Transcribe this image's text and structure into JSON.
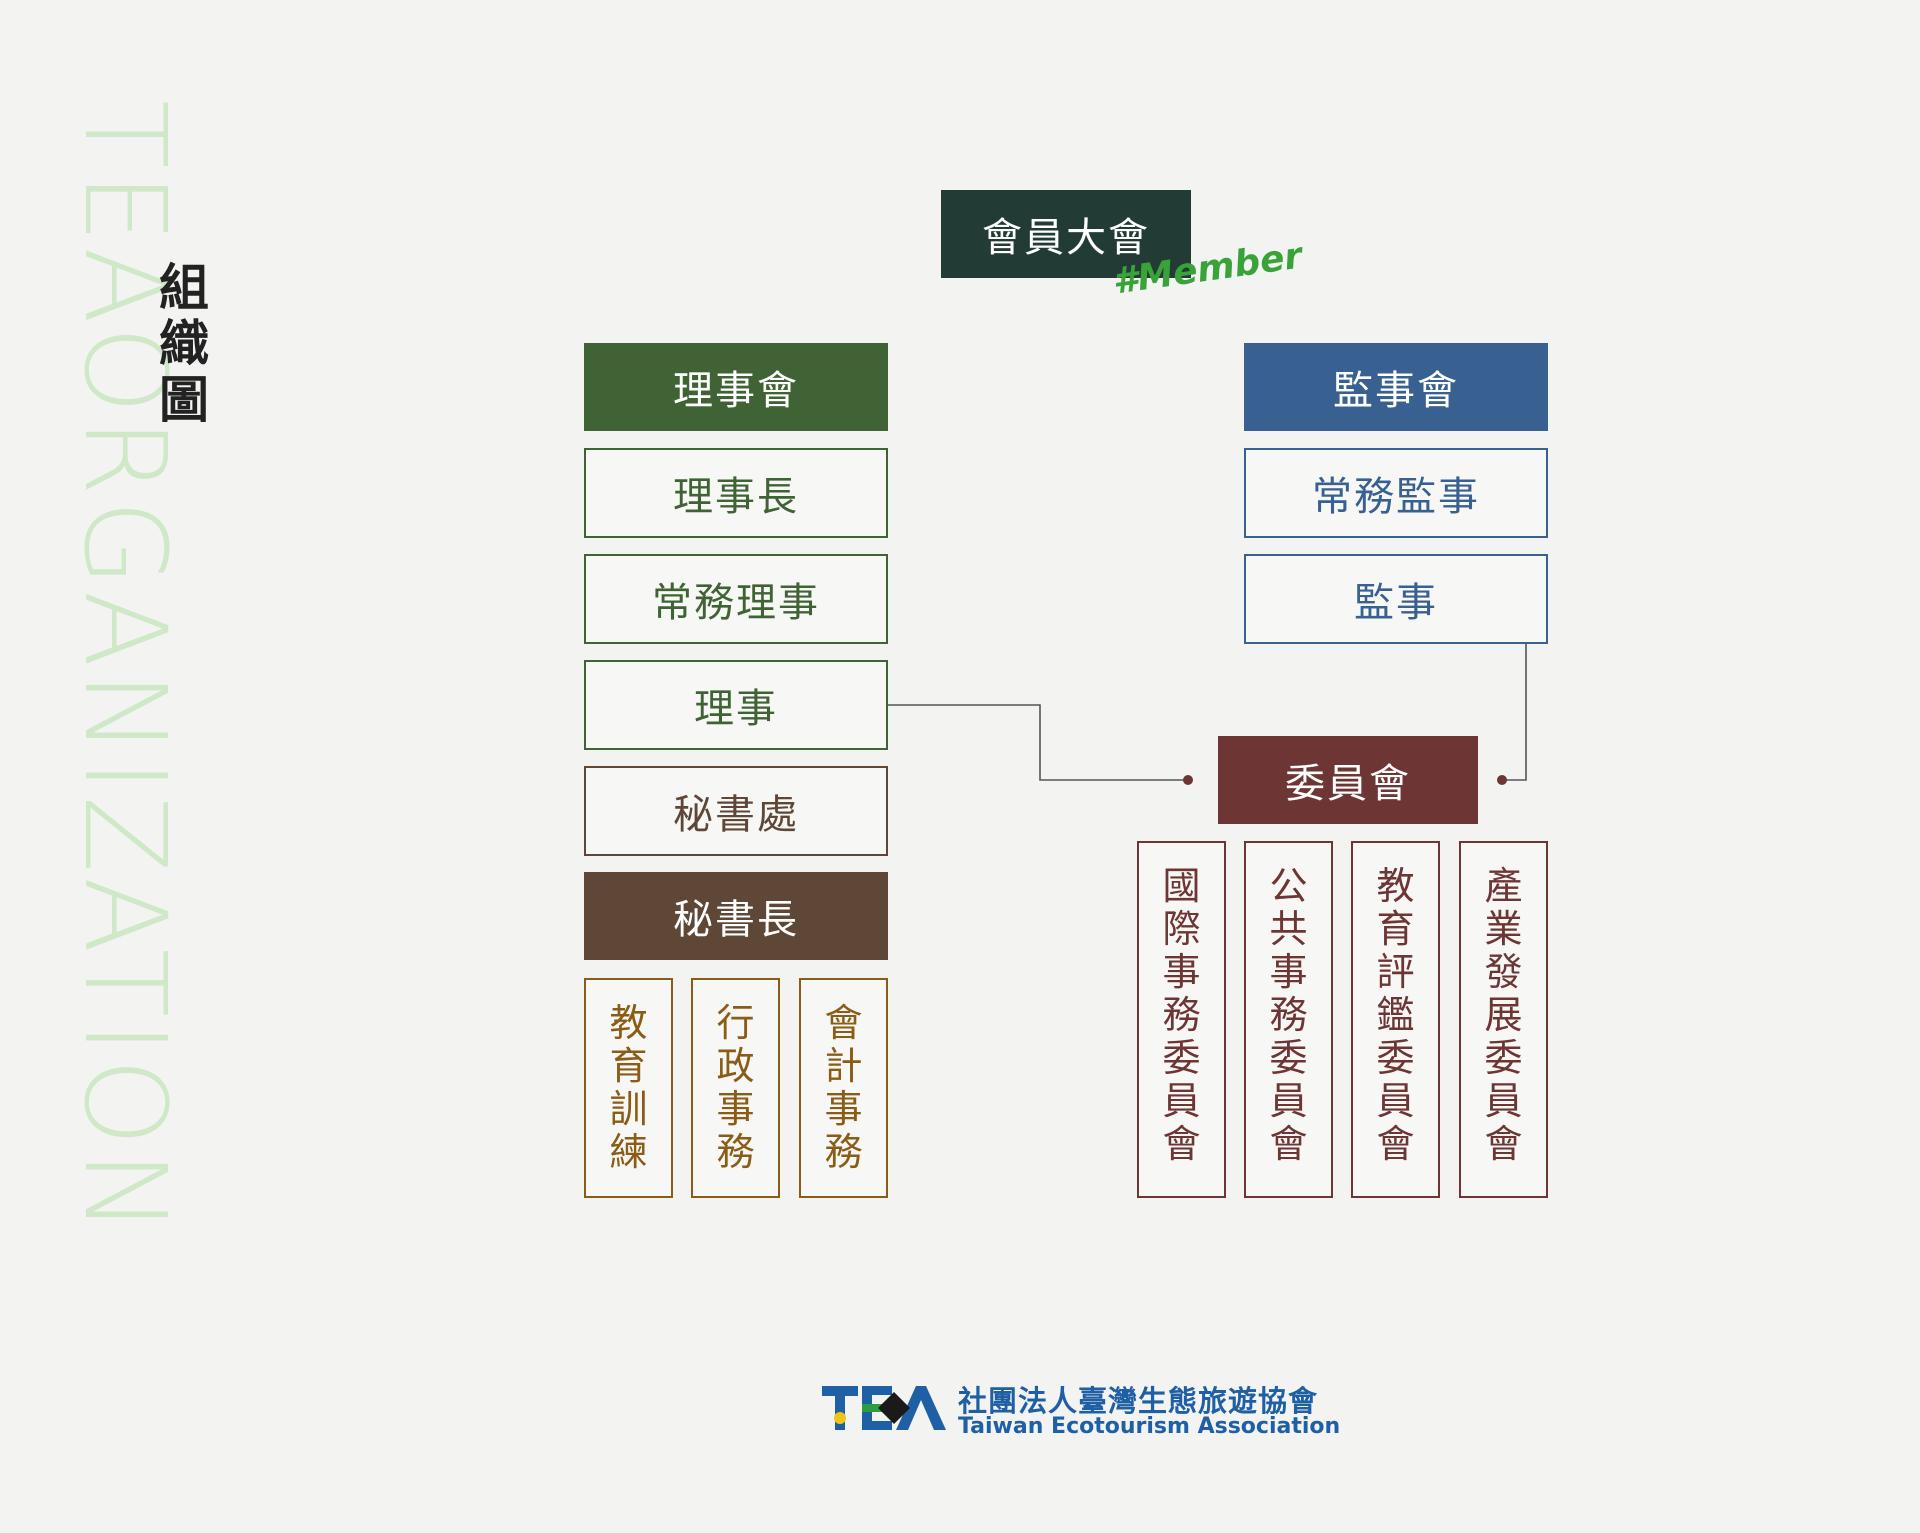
{
  "side": {
    "decorative_word": "TEAORGANIZATION",
    "title": "組織圖"
  },
  "top": {
    "label": "會員大會",
    "tag": "#Member"
  },
  "board": {
    "header": "理事會",
    "roles": [
      "理事長",
      "常務理事",
      "理事",
      "秘書處"
    ],
    "secretary_general": "秘書長",
    "units": [
      "教育訓練",
      "行政事務",
      "會計事務"
    ]
  },
  "supervisors": {
    "header": "監事會",
    "roles": [
      "常務監事",
      "監事"
    ]
  },
  "committee": {
    "header": "委員會",
    "units": [
      "國際事務委員會",
      "公共事務委員會",
      "教育評鑑委員會",
      "產業發展委員會"
    ]
  },
  "logo": {
    "mark": "TEA",
    "name_cn": "社團法人臺灣生態旅遊協會",
    "name_en": "Taiwan Ecotourism Association"
  },
  "colors": {
    "top": "#233b35",
    "board": "#3f6335",
    "supervisors": "#386091",
    "committee": "#6d3534",
    "secretary": "#5e4737",
    "units_text": "#8a5c16",
    "logo": "#1f5fa5"
  }
}
